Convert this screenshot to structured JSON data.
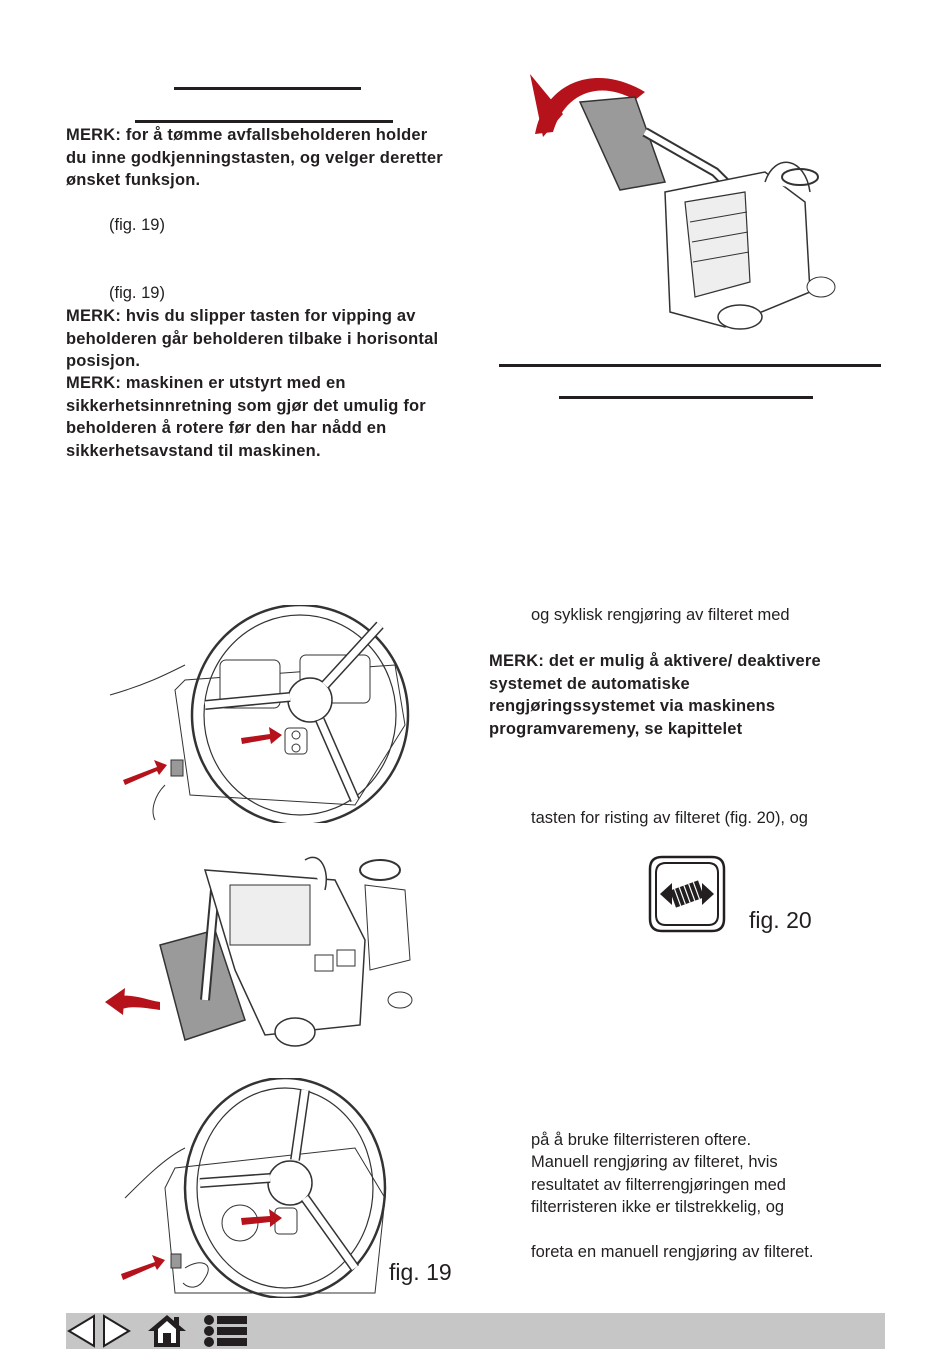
{
  "left": {
    "note1": "MERK: for å tømme avfallsbeholderen holder du inne godkjenningstasten, og velger deretter ønsket funksjon.",
    "fig_ref_1": "(fig. 19)",
    "fig_ref_2": "(fig. 19)",
    "note2": "MERK: hvis du slipper tasten for vipping av beholderen går beholderen tilbake i horisontal posisjon.",
    "note3": "MERK: maskinen er utstyrt med en sikkerhetsinnretning som gjør det umulig for beholderen å rotere før den har nådd en sikkerhetsavstand til maskinen."
  },
  "right": {
    "line1": "og syklisk rengjøring av filteret med",
    "note4": "MERK: det er mulig å aktivere/ deaktivere systemet de automatiske rengjøringssystemet via maskinens programvaremeny, se kapittelet",
    "line2": "tasten for risting av filteret (fig. 20), og",
    "line3": "på å bruke filterristeren oftere.",
    "line4": "Manuell rengjøring av filteret, hvis",
    "line5": "resultatet av filterrengjøringen med",
    "line6": "filterristeren ikke er tilstrekkelig, og",
    "line7": "foreta en manuell rengjøring av filteret."
  },
  "figures": {
    "fig19_label": "fig. 19",
    "fig20_label": "fig. 20"
  },
  "colors": {
    "accent_red": "#b5121b",
    "footer_bar": "#c6c6c6",
    "text": "#231f20"
  },
  "footer": {
    "icons": [
      "prev-page-icon",
      "next-page-icon",
      "home-icon",
      "toc-list-icon"
    ]
  }
}
